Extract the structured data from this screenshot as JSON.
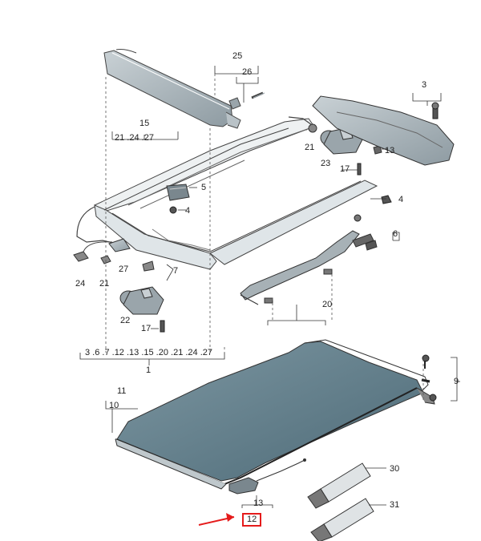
{
  "labels": {
    "l1": "1",
    "l3": "3",
    "l4a": "4",
    "l4b": "4",
    "l5": "5",
    "l6": "6",
    "l7": "7",
    "l9": "9",
    "l10": "10",
    "l11": "11",
    "l12": "12",
    "l13a": "13",
    "l13b": "13",
    "l15": "15",
    "l17a": "17",
    "l17b": "17",
    "l20": "20",
    "l21a": "21",
    "l21b": "21",
    "l22": "22",
    "l23": "23",
    "l24": "24",
    "l25": "25",
    "l26": "26",
    "l27": "27",
    "l30": "30",
    "l31": "31",
    "group15": "21 .24 .27",
    "group1": "3 .6 .7 .12 .13 .15 .20 .21 .24 .27"
  },
  "colors": {
    "line": "#333333",
    "glass": "#5e7c88",
    "frame": "#e9edef",
    "highlight": "#e51b1b"
  }
}
